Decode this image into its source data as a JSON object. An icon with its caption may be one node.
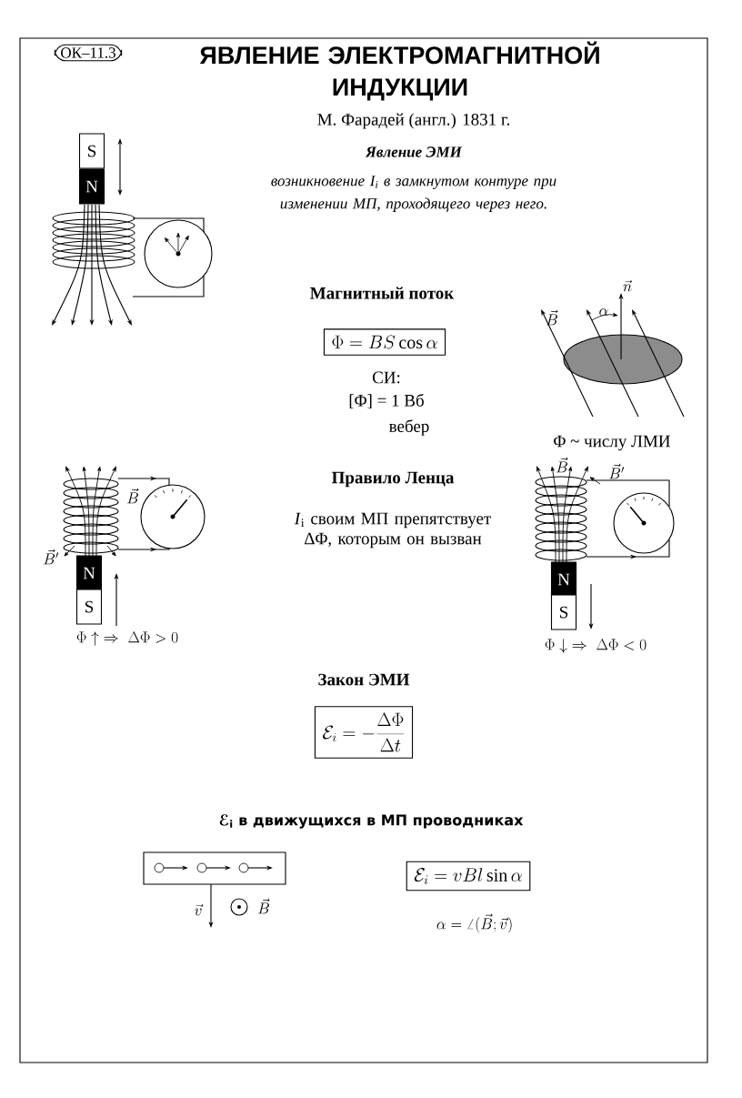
{
  "diagram": {
    "title": "ЯВЛЕНИЕ ЭЛЕКТРОМАГНИТНОЙ ИНДУКЦИИ",
    "nodes": [
      {
        "text": [
          "ОК–11.3"
        ]
      },
      {
        "text": [
          "S"
        ]
      },
      {
        "text": [
          "N"
        ]
      },
      {
        "text": [
          "\\Phi = BS\\cos\\alpha"
        ]
      },
      {
        "text": [
          "N"
        ]
      },
      {
        "text": [
          "S"
        ]
      },
      {
        "text": [
          "N"
        ]
      },
      {
        "text": [
          "S"
        ]
      },
      {
        "text": [
          "\\mathcal{E}_i = -\\frac{\\Delta\\Phi}{\\Delta t}"
        ]
      },
      {
        "text": [
          "\\mathcal{E}_i = vBl\\sin\\alpha"
        ]
      }
    ],
    "labels": [
      "М. Фарадей (англ.) 1831 г.",
      "Явление ЭМИ",
      "возникновение I$_{i}$ в замкнутом контуре при изменении МП, проходящего через него.",
      "Магнитный поток",
      "\\vec{B}",
      "\\alpha",
      "\\vec{n}",
      "СИ:",
      "[Φ] = 1 Вб",
      "вебер",
      "Φ ~ числу ЛМИ",
      "Правило Ленца",
      "*I*$_{i}$ своим МП препятствует ΔΦ, которым он вызван",
      "\\vec{B}",
      "\\vec{B}'",
      "\\Phi\\uparrow\\;\\Rightarrow\\;\\Delta\\Phi>0",
      "\\vec{B}",
      "\\vec{B}'",
      "\\Phi\\downarrow\\;\\Rightarrow\\;\\Delta\\Phi<0",
      "Закон ЭМИ",
      "ℰ$_{i}$ в движущихся в МП проводниках",
      "\\vec{v}",
      "\\vec{B}",
      "\\alpha = \\angle(\\vec{B};\\vec{v})"
    ]
  }
}
